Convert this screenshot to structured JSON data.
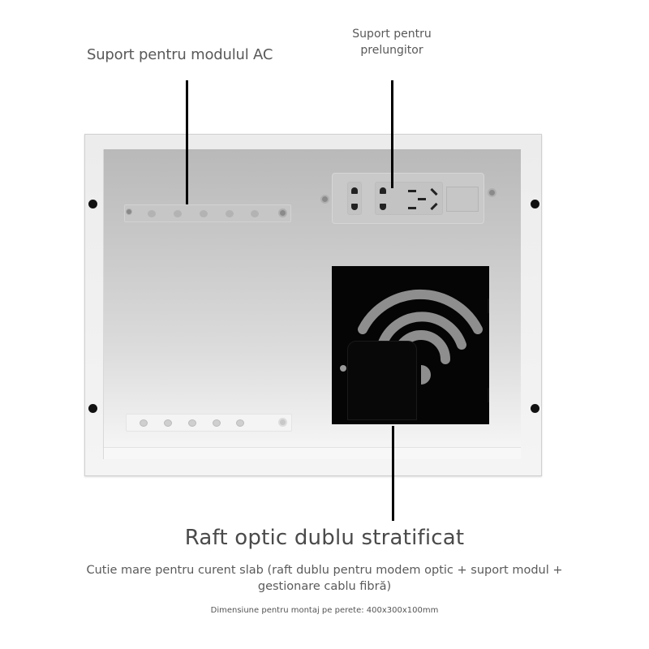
{
  "annotations": {
    "ac_module_support": "Suport pentru modulul AC",
    "extension_support": "Suport pentru prelungitor",
    "optical_rack": "Raft optic dublu stratificat"
  },
  "description": {
    "line": "Cutie mare pentru curent slab (raft dublu pentru modem optic + suport modul + gestionare cablu fibră)",
    "dimensions": "Dimensiune pentru montaj pe perete: 400x300x100mm"
  },
  "colors": {
    "leader_line": "#000000",
    "box_frame": "#ececec",
    "rack": "#050505",
    "text": "#595959"
  },
  "icons": {
    "rack_graphic": "wifi-icon",
    "strip_sockets": "power-outlet-icon"
  }
}
